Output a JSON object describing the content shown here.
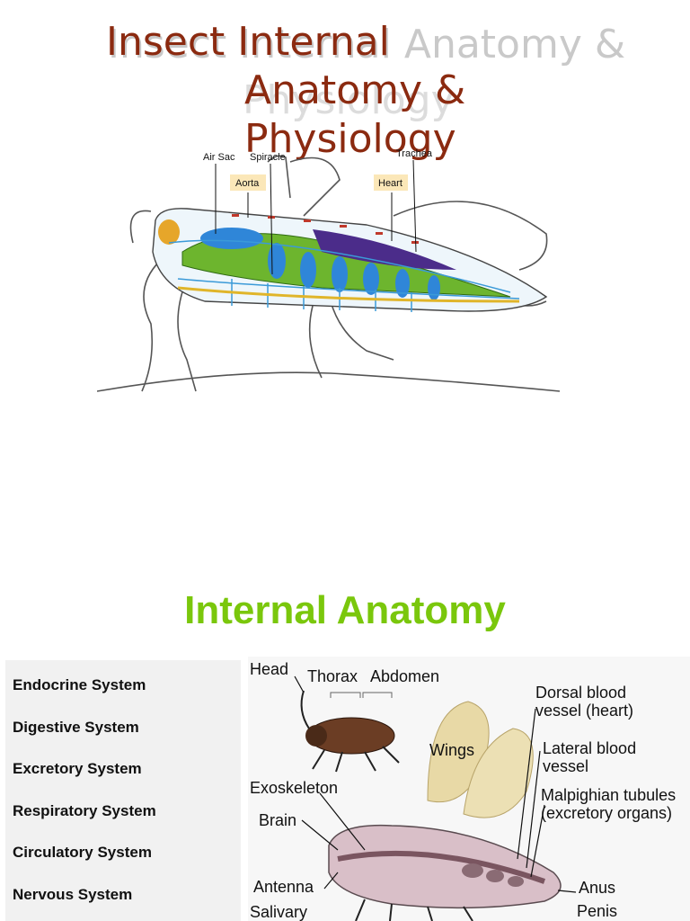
{
  "slide1": {
    "ghost_title": "Insect Internal Anatomy &",
    "ghost_subtitle": "Physiology",
    "title_line1": "Insect Internal",
    "title_line2": "Anatomy &",
    "title_line3": "Physiology",
    "diagram_labels": {
      "air_sac": "Air Sac",
      "spiracle": "Spiracle",
      "aorta": "Aorta",
      "heart": "Heart",
      "trachea": "Trachea"
    }
  },
  "slide2": {
    "title": "Internal Anatomy",
    "systems": [
      "Endocrine System",
      "Digestive System",
      "Excretory System",
      "Respiratory System",
      "Circulatory System",
      "Nervous System"
    ],
    "diagram_labels": {
      "head": "Head",
      "thorax": "Thorax",
      "abdomen": "Abdomen",
      "dorsal_line1": "Dorsal blood",
      "dorsal_line2": "vessel (heart)",
      "wings": "Wings",
      "lateral_line1": "Lateral blood",
      "lateral_line2": "vessel",
      "exoskeleton": "Exoskeleton",
      "malpighian_line1": "Malpighian tubules",
      "malpighian_line2": "(excretory organs)",
      "brain": "Brain",
      "antenna": "Antenna",
      "salivary": "Salivary",
      "anus": "Anus",
      "penis": "Penis"
    }
  },
  "colors": {
    "title1": "#8b2a10",
    "title2": "#7ac70c",
    "list_bg": "#f1f1f1"
  }
}
